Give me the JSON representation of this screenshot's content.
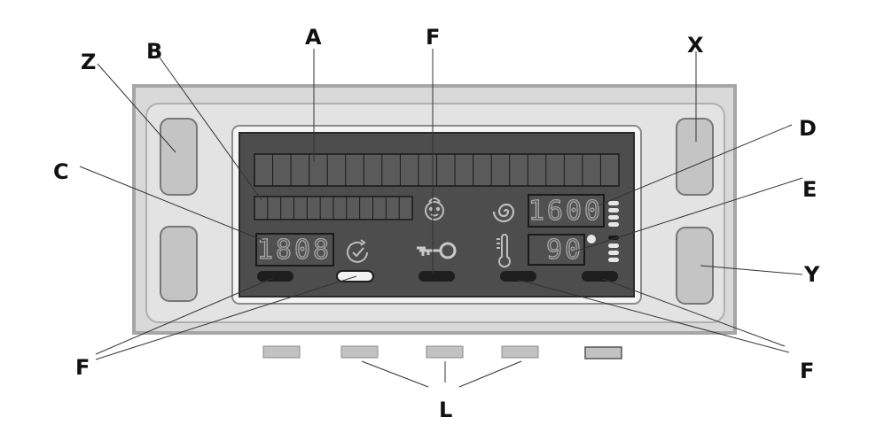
{
  "callouts": {
    "a": "A",
    "b": "B",
    "c": "C",
    "d": "D",
    "e": "E",
    "f_top": "F",
    "f_left": "F",
    "f_right": "F",
    "l": "L",
    "x": "X",
    "y": "Y",
    "z": "Z"
  },
  "display": {
    "time_readout": "1808",
    "spin_readout": "1600",
    "temp_readout": "90"
  },
  "icons": {
    "child": "child-face-icon",
    "key": "key-icon",
    "spin": "spiral-icon",
    "timer": "clock-check-icon",
    "thermometer": "thermometer-icon"
  },
  "colors": {
    "panel": "#dcdcdc",
    "panel_border": "#a9a9a9",
    "screen": "#4f4f4f",
    "cell": "#5e5e5e",
    "button": "#c2c2c2",
    "bar": "#1e1e1e"
  }
}
